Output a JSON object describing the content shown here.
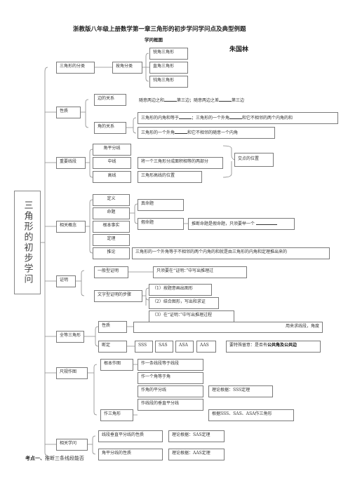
{
  "doc": {
    "title": "浙教版八年级上册数学第一章三角形的初步学问学问点及典型例题",
    "subtitle": "学问框图",
    "author": "朱国林",
    "root": "三角形的初步学问",
    "footer_label": "考点一、",
    "footer_text": "推断三条线段能否"
  },
  "tree": {
    "classify": {
      "label": "三角形的分类",
      "by_angle": "按角分类",
      "items": [
        "锐角三角形",
        "直角三角形",
        "钝角三角形"
      ]
    },
    "props": {
      "label": "性质",
      "side_label": "边的关系",
      "side_text_a": "随意两边之和",
      "side_text_b": "第三边；随意两边之差",
      "side_text_c": "第三边",
      "angle_label": "角的关系",
      "angle_text1_a": "三角形的内角和等于",
      "angle_text1_b": "；三角形的一个外角",
      "angle_text1_c": "和它不相邻的两个内角的和",
      "angle_text2_a": "三角形的一个外角",
      "angle_text2_b": "和它不相邻的随意一个内角"
    },
    "segments": {
      "label": "重要线段",
      "items": [
        "角平分线",
        "中线",
        "高线"
      ],
      "median_desc": "将一个三角形分成面积相等的两部分",
      "altitude_desc": "三角形高线的位置",
      "intersection": "交点的位置"
    },
    "concepts": {
      "label": "相关概念",
      "items": [
        "定义",
        "命题",
        "根本事实",
        "定理",
        "推论"
      ],
      "true_prop": "真命题",
      "false_prop": "假命题",
      "false_desc": "推断命题是假命题，只须要举一个",
      "corollary_desc": "三角形的一个外角等于不相邻的两个内角的和就是由三角形的内角和定理推出来的"
    },
    "proof": {
      "label": "证明",
      "general": "一般型证明",
      "general_desc": "只须要在“证明：”中写出推理过",
      "text_type": "文字型证明的步骤",
      "steps": [
        "（1）按题意画出图形",
        "（2）结合图形，写出和求证",
        "（3）在“证明：”中写出推理过程"
      ]
    },
    "congruent": {
      "label": "全等三角形",
      "nature": "性质",
      "nature_desc": "用来求线段，角度",
      "judge": "断定",
      "criteria": [
        "SSS",
        "SAS",
        "ASA",
        "AAS"
      ],
      "hint_a": "要特殊留意：是否有",
      "hint_b": "公共角及公共边"
    },
    "construct": {
      "label": "尺规作图",
      "basic": "根本作图",
      "basic_items": [
        "作一条线段等于线段",
        "作一个角等于角",
        "作角的平分线",
        "作线段的垂直平分线"
      ],
      "bisector_basis": "理论根据：SSS定理",
      "triangle": "作三角形",
      "triangle_basis": "根据SSS、SAS、ASA作三角形"
    },
    "related": {
      "label": "相关学问",
      "items": [
        "线段垂直平分线的性质",
        "角平分线的性质"
      ],
      "bases": [
        "理论根据：SAS定理",
        "理论根据：AAS定理"
      ]
    }
  }
}
